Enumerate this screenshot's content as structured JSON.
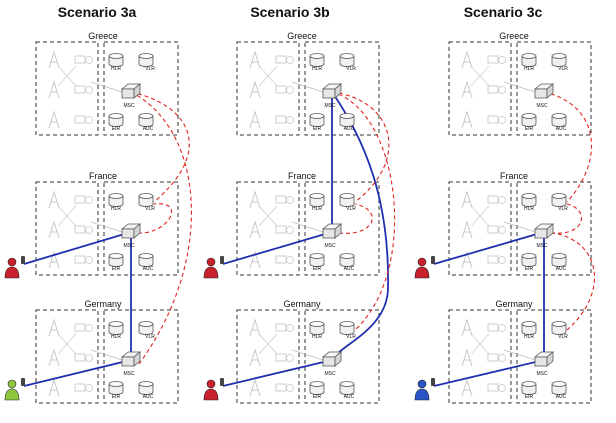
{
  "scenarios": [
    {
      "title": "Scenario 3a",
      "countries": [
        {
          "name": "Greece",
          "hlr": "HLR",
          "vlr": "VLR",
          "msc": "MSC",
          "eir": "EIR",
          "auc": "AUC"
        },
        {
          "name": "France",
          "hlr": "HLR",
          "vlr": "VLR",
          "msc": "MSC",
          "eir": "EIR",
          "auc": "AUC"
        },
        {
          "name": "Germany",
          "hlr": "HLR",
          "vlr": "VLR",
          "msc": "MSC",
          "eir": "EIR",
          "auc": "AUC"
        }
      ]
    },
    {
      "title": "Scenario 3b",
      "countries": [
        {
          "name": "Greece",
          "hlr": "HLR",
          "vlr": "VLR",
          "msc": "MSC",
          "eir": "EIR",
          "auc": "AUC"
        },
        {
          "name": "France",
          "hlr": "HLR",
          "vlr": "VLR",
          "msc": "MSC",
          "eir": "EIR",
          "auc": "AUC"
        },
        {
          "name": "Germany",
          "hlr": "HLR",
          "vlr": "VLR",
          "msc": "MSC",
          "eir": "EIR",
          "auc": "AUC"
        }
      ]
    },
    {
      "title": "Scenario 3c",
      "countries": [
        {
          "name": "Greece",
          "hlr": "HLR",
          "vlr": "VLR",
          "msc": "MSC",
          "eir": "EIR",
          "auc": "AUC"
        },
        {
          "name": "France",
          "hlr": "HLR",
          "vlr": "VLR",
          "msc": "MSC",
          "eir": "EIR",
          "auc": "AUC"
        },
        {
          "name": "Germany",
          "hlr": "HLR",
          "vlr": "VLR",
          "msc": "MSC",
          "eir": "EIR",
          "auc": "AUC"
        }
      ]
    }
  ],
  "colors": {
    "voice_link": "#1f2fb0",
    "signal_link": "#e0231f",
    "box_border": "#333333",
    "faded_equipment": "#c8c8c8",
    "user_red": "#c8202c",
    "user_green": "#8fc640",
    "user_blue": "#2a55c8"
  },
  "users": [
    {
      "scenario": 0,
      "country": "France",
      "color": "user_red"
    },
    {
      "scenario": 0,
      "country": "Germany",
      "color": "user_green"
    },
    {
      "scenario": 1,
      "country": "France",
      "color": "user_red"
    },
    {
      "scenario": 1,
      "country": "Germany",
      "color": "user_red"
    },
    {
      "scenario": 2,
      "country": "France",
      "color": "user_red"
    },
    {
      "scenario": 2,
      "country": "Germany",
      "color": "user_blue"
    }
  ]
}
